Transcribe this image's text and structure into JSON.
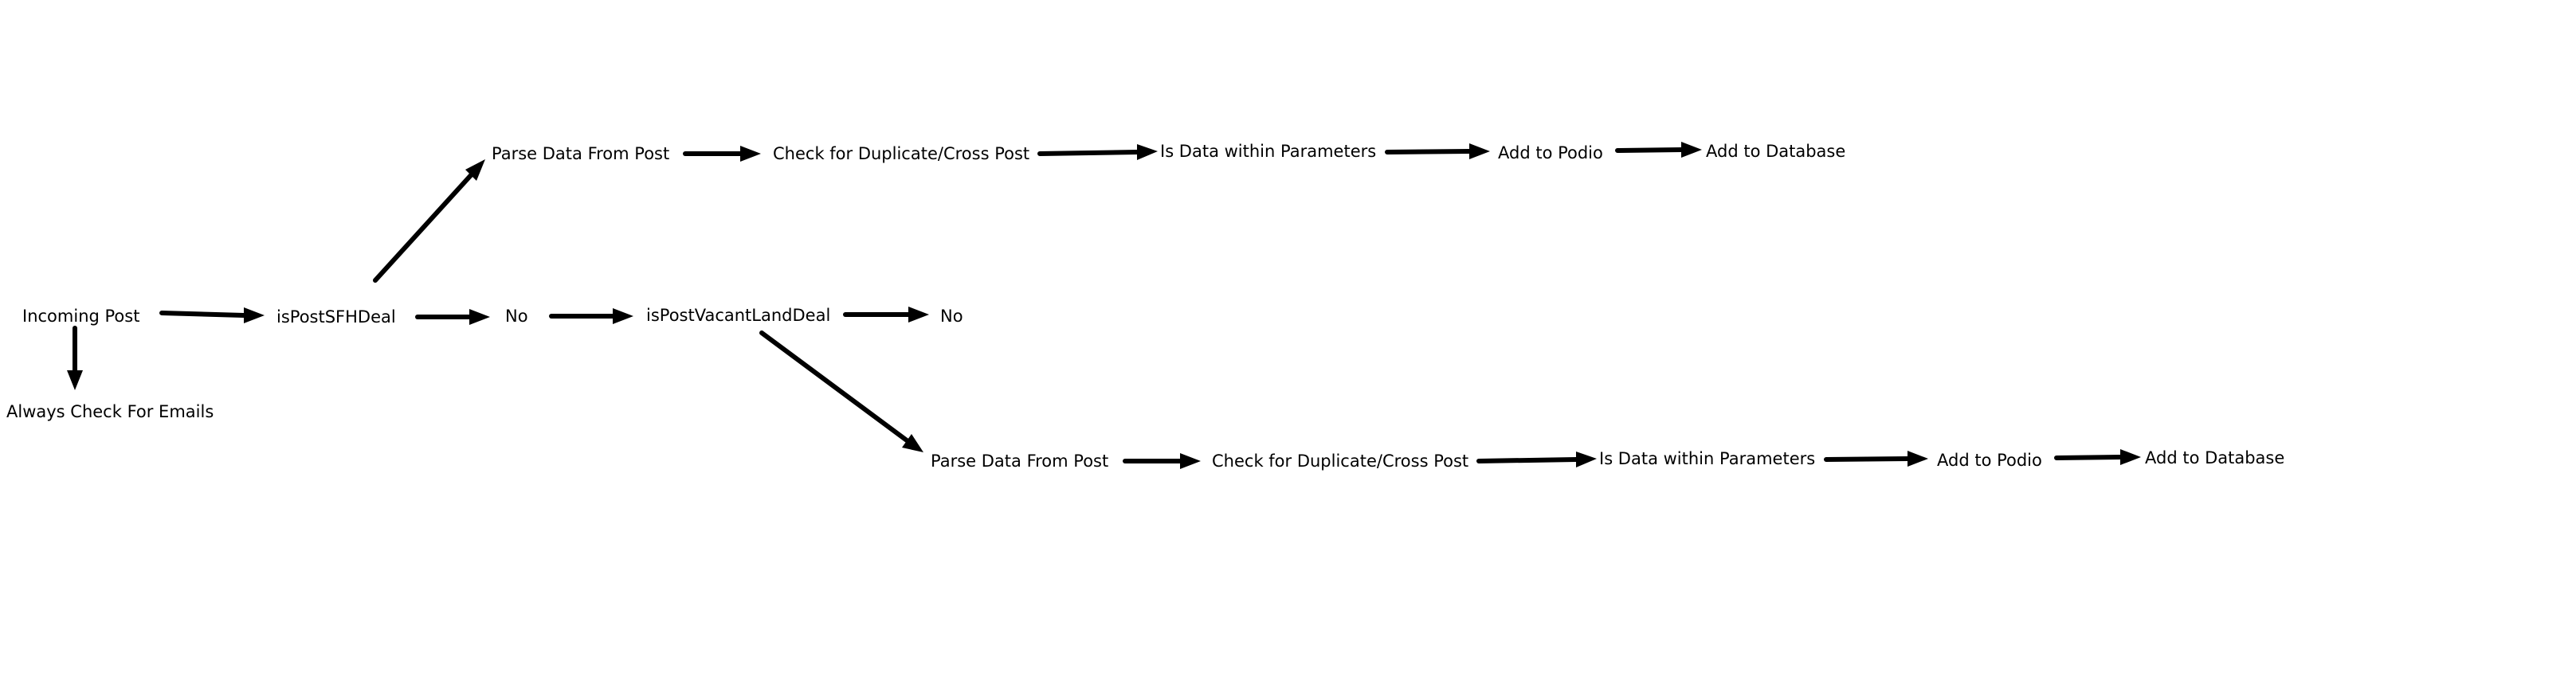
{
  "diagram": {
    "type": "flowchart",
    "nodes": {
      "incoming_post": "Incoming Post",
      "always_check_emails": "Always Check For Emails",
      "is_post_sfh_deal": "isPostSFHDeal",
      "sfh_no": "No",
      "is_post_vacant_land_deal": "isPostVacantLandDeal",
      "vacant_no": "No",
      "sfh_parse_data": "Parse Data From Post",
      "sfh_check_duplicate": "Check for Duplicate/Cross Post",
      "sfh_is_within_params": "Is Data within Parameters",
      "sfh_add_to_podio": "Add to Podio",
      "sfh_add_to_database": "Add to Database",
      "land_parse_data": "Parse Data From Post",
      "land_check_duplicate": "Check for Duplicate/Cross Post",
      "land_is_within_params": "Is Data within Parameters",
      "land_add_to_podio": "Add to Podio",
      "land_add_to_database": "Add to Database"
    },
    "edges": [
      {
        "from": "incoming_post",
        "to": "is_post_sfh_deal"
      },
      {
        "from": "incoming_post",
        "to": "always_check_emails"
      },
      {
        "from": "is_post_sfh_deal",
        "to": "sfh_parse_data"
      },
      {
        "from": "is_post_sfh_deal",
        "to": "sfh_no"
      },
      {
        "from": "sfh_no",
        "to": "is_post_vacant_land_deal"
      },
      {
        "from": "is_post_vacant_land_deal",
        "to": "vacant_no"
      },
      {
        "from": "is_post_vacant_land_deal",
        "to": "land_parse_data"
      },
      {
        "from": "sfh_parse_data",
        "to": "sfh_check_duplicate"
      },
      {
        "from": "sfh_check_duplicate",
        "to": "sfh_is_within_params"
      },
      {
        "from": "sfh_is_within_params",
        "to": "sfh_add_to_podio"
      },
      {
        "from": "sfh_add_to_podio",
        "to": "sfh_add_to_database"
      },
      {
        "from": "land_parse_data",
        "to": "land_check_duplicate"
      },
      {
        "from": "land_check_duplicate",
        "to": "land_is_within_params"
      },
      {
        "from": "land_is_within_params",
        "to": "land_add_to_podio"
      },
      {
        "from": "land_add_to_podio",
        "to": "land_add_to_database"
      }
    ],
    "colors": {
      "background": "#ffffff",
      "ink": "#000000"
    }
  }
}
